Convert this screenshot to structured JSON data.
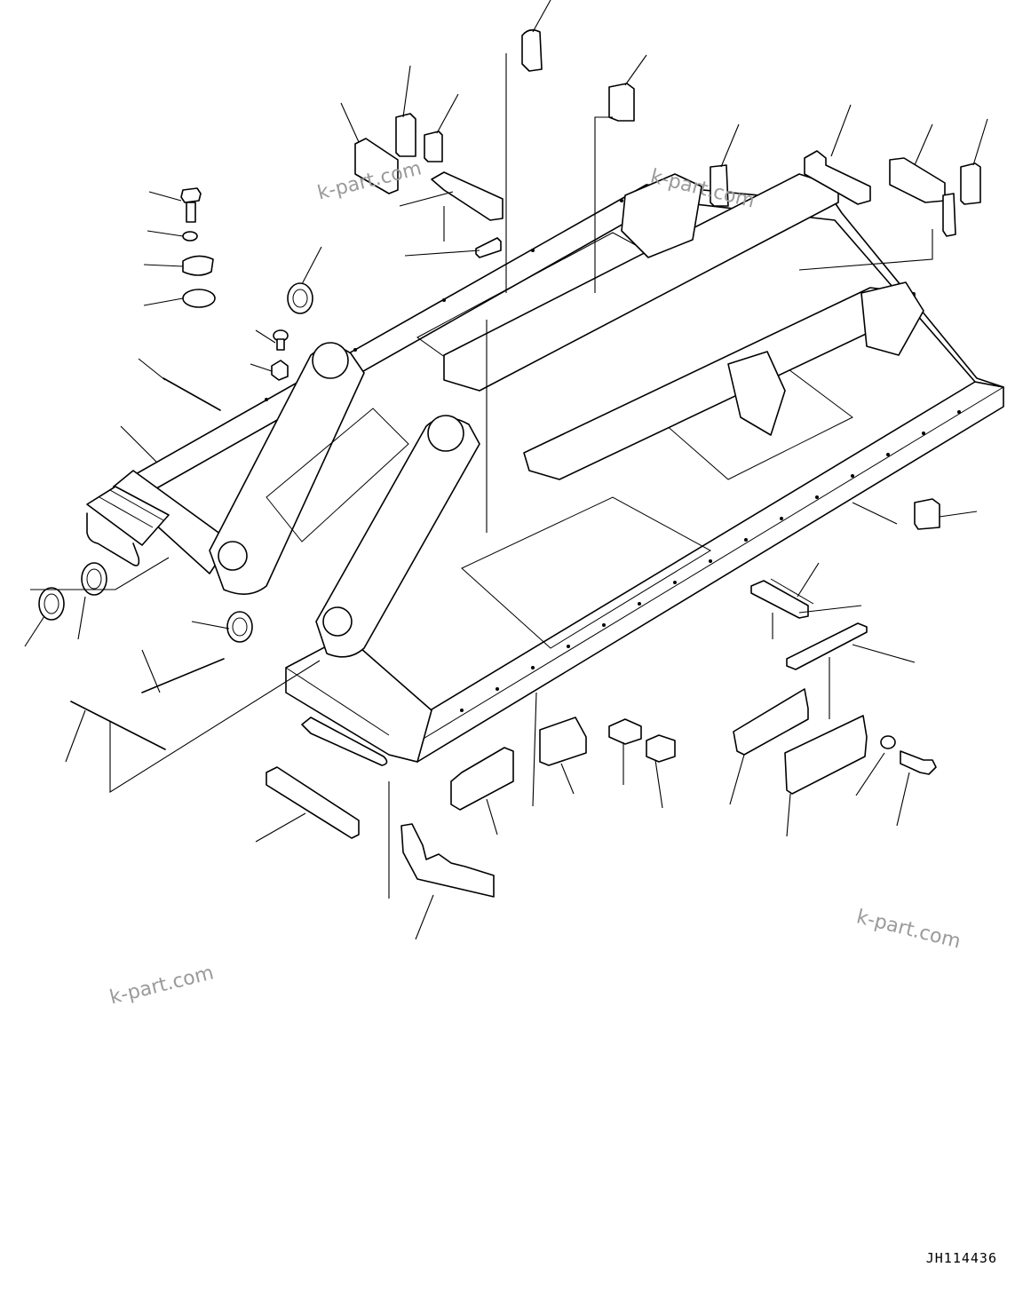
{
  "diagram": {
    "kind": "exploded parts diagram",
    "subject": "frame",
    "drawing_code": "JH114436",
    "watermark_text": "k-part.com",
    "line_color": "#000000",
    "watermark_color": "#9a9a9a",
    "background": "#ffffff"
  }
}
